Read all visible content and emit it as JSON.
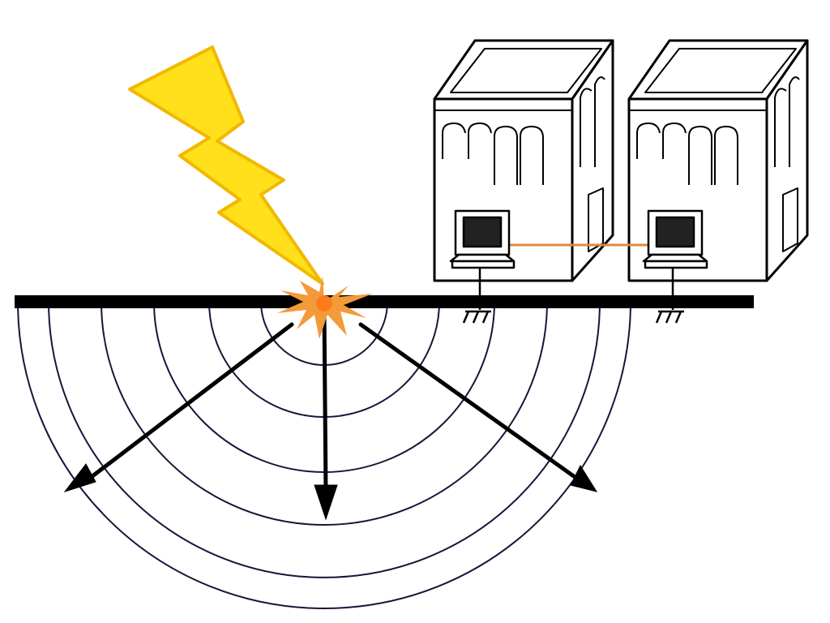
{
  "diagram": {
    "elements": [
      {
        "id": "lightning-bolt",
        "kind": "lightning strike",
        "icon": "lightning-bolt-icon"
      },
      {
        "id": "impact-burst",
        "kind": "strike point on ground",
        "icon": "starburst-icon"
      },
      {
        "id": "ground-line",
        "kind": "ground surface"
      },
      {
        "id": "potential-rings",
        "kind": "concentric ground potential rings",
        "count": 6
      },
      {
        "id": "current-arrows",
        "kind": "ground current direction arrows",
        "count": 3
      },
      {
        "id": "building-left",
        "kind": "building",
        "icon": "building-icon"
      },
      {
        "id": "building-right",
        "kind": "building",
        "icon": "building-icon"
      },
      {
        "id": "computer-left",
        "kind": "computer",
        "icon": "computer-icon"
      },
      {
        "id": "computer-right",
        "kind": "computer",
        "icon": "computer-icon"
      },
      {
        "id": "network-cable",
        "kind": "data cable between computers"
      },
      {
        "id": "ground-left",
        "kind": "earth ground",
        "icon": "ground-symbol-icon"
      },
      {
        "id": "ground-right",
        "kind": "earth ground",
        "icon": "ground-symbol-icon"
      }
    ],
    "colors": {
      "bolt_fill": "#ffe01a",
      "bolt_stroke": "#f2b800",
      "burst_outer": "#f39a3a",
      "burst_inner": "#ff7a1a",
      "ring": "#16163a",
      "ground": "#000000",
      "cable": "#e08a3c",
      "screen": "#222222"
    }
  }
}
